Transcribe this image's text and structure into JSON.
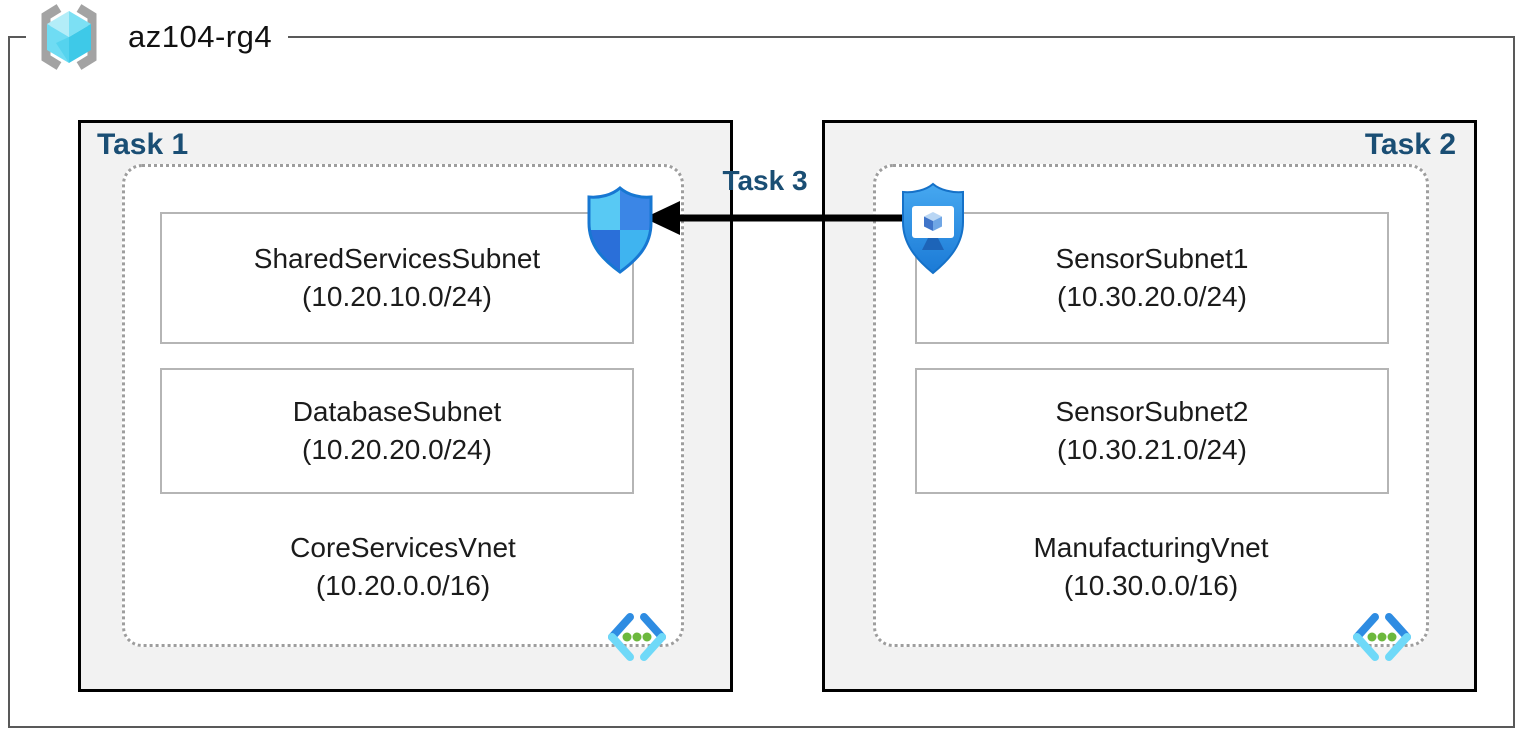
{
  "title": "az104-rg4",
  "tasks": {
    "task1": "Task 1",
    "task2": "Task 2",
    "task3": "Task 3"
  },
  "vnets": [
    {
      "name": "CoreServicesVnet",
      "cidr": "(10.20.0.0/16)",
      "task_label": "Task 1",
      "subnets": [
        {
          "name": "SharedServicesSubnet",
          "cidr": "(10.20.10.0/24)"
        },
        {
          "name": "DatabaseSubnet",
          "cidr": "(10.20.20.0/24)"
        }
      ]
    },
    {
      "name": "ManufacturingVnet",
      "cidr": "(10.30.0.0/16)",
      "task_label": "Task 2",
      "subnets": [
        {
          "name": "SensorSubnet1",
          "cidr": "(10.30.20.0/24)"
        },
        {
          "name": "SensorSubnet2",
          "cidr": "(10.30.21.0/24)"
        }
      ]
    }
  ],
  "icons": {
    "resource_group": "resource-group-icon",
    "left_shield": "network-security-group-icon",
    "right_shield": "application-security-group-icon",
    "vnet": "virtual-network-icon",
    "task3_connector": "left-arrow"
  },
  "colors": {
    "task_label": "#1a4e74",
    "task_box_fill": "#f2f2f2",
    "task_box_border": "#000000",
    "outer_border": "#595959",
    "dotted_boundary": "#9e9e9e",
    "subnet_border": "#b5b5b5",
    "arrow": "#000000",
    "azure_blue": "#2e8ce2",
    "azure_cyan": "#6fd9f8",
    "vnet_dot_green": "#6cb83d",
    "rg_cube_cyan": "#4ccde9",
    "rg_bracket_gray": "#a3a3a3"
  }
}
